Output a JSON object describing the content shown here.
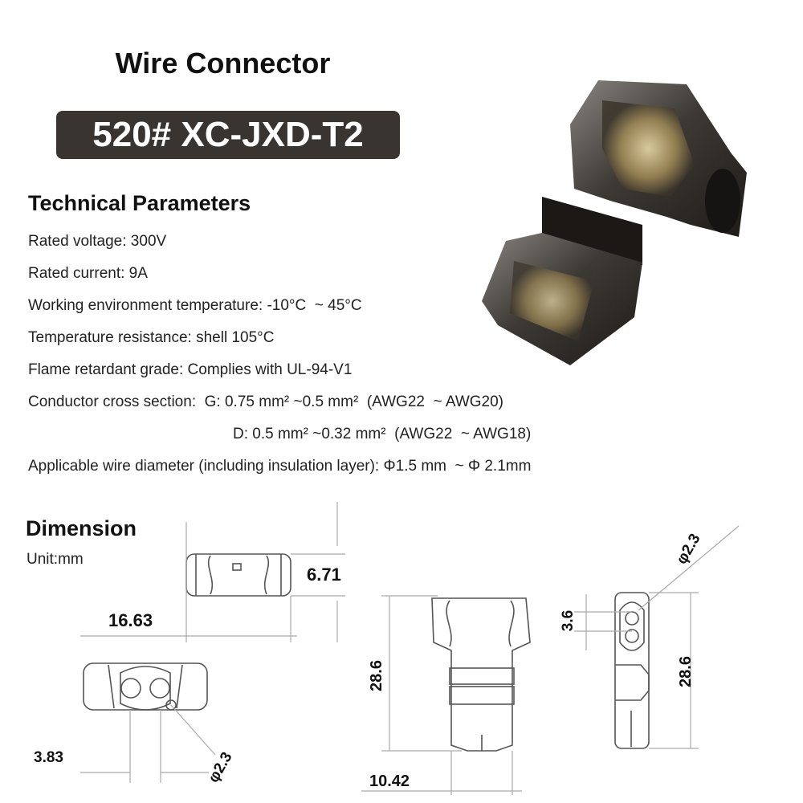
{
  "header": {
    "title": "Wire Connector",
    "model": "520# XC-JXD-T2"
  },
  "technical": {
    "heading": "Technical Parameters",
    "params": [
      "Rated voltage: 300V",
      "Rated current: 9A",
      "Working environment temperature: -10°C  ~ 45°C",
      "Temperature resistance: shell 105°C",
      "Flame retardant grade: Complies with UL-94-V1",
      "Conductor cross section:  G: 0.75 mm² ~0.5 mm²  (AWG22  ~ AWG20)",
      "D: 0.5 mm² ~0.32 mm²  (AWG22  ~ AWG18)",
      "Applicable wire diameter (including insulation layer): Φ1.5 mm  ~ Φ 2.1mm"
    ]
  },
  "dimension": {
    "heading": "Dimension",
    "unit": "Unit:mm",
    "labels": {
      "height": "6.71",
      "length": "16.63",
      "pitch": "3.83",
      "hole_left": "φ2.3",
      "body_height": "28.6",
      "width": "10.42",
      "gap": "3.6",
      "hole_right": "φ2.3",
      "side_height": "28.6"
    }
  },
  "colors": {
    "badge_bg": "#3a3431",
    "line": "#555555",
    "dim_line": "#aaaaaa"
  }
}
